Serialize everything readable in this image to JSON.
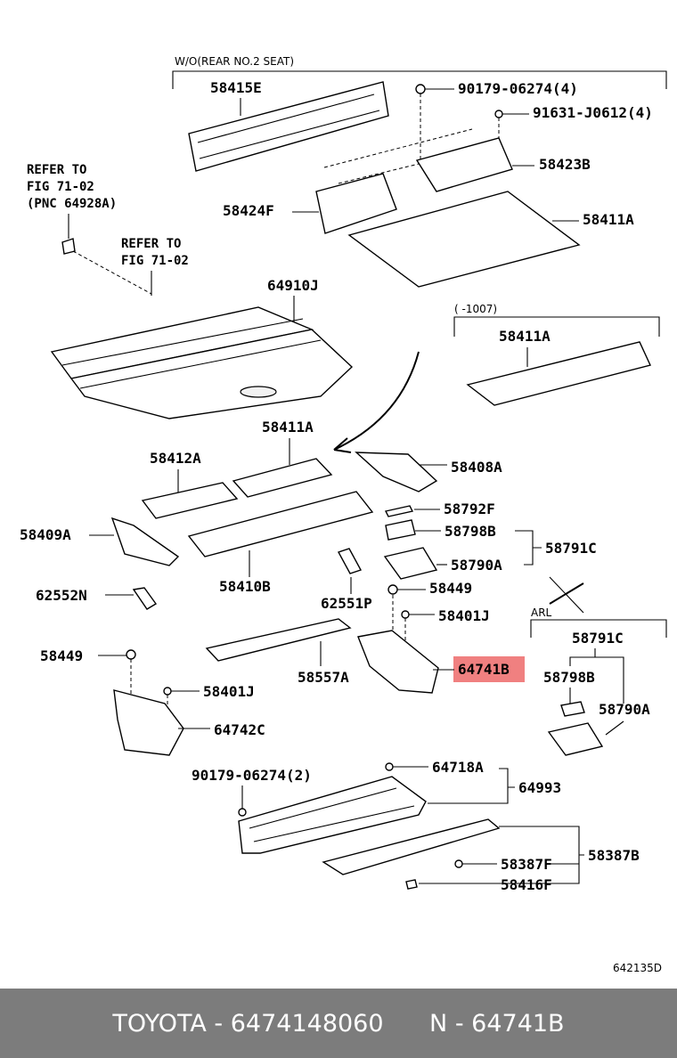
{
  "labels": {
    "wo_rear_seat": "W/O(REAR NO.2 SEAT)",
    "p58415E": "58415E",
    "p90179_4": "90179-06274(4)",
    "p91631": "91631-J0612(4)",
    "p58423B": "58423B",
    "p58424F": "58424F",
    "p58411A_top": "58411A",
    "refer1_l1": "REFER TO",
    "refer1_l2": "FIG 71-02",
    "refer1_l3": "(PNC 64928A)",
    "refer2_l1": "REFER TO",
    "refer2_l2": "FIG 71-02",
    "p64910J": "64910J",
    "date_range": "(     -1007)",
    "p58411A_box": "58411A",
    "p58411A_mid": "58411A",
    "p58412A": "58412A",
    "p58408A": "58408A",
    "p58792F": "58792F",
    "p58409A": "58409A",
    "p58798B_1": "58798B",
    "p58791C_1": "58791C",
    "p58790A_1": "58790A",
    "p58410B": "58410B",
    "p62552N": "62552N",
    "p58449_1": "58449",
    "p62551P": "62551P",
    "p58401J_1": "58401J",
    "arl": "ARL",
    "p58791C_2": "58791C",
    "p58449_2": "58449",
    "p64741B": "64741B",
    "p58798B_2": "58798B",
    "p58557A": "58557A",
    "p58790A_2": "58790A",
    "p58401J_2": "58401J",
    "p64742C": "64742C",
    "p90179_2": "90179-06274(2)",
    "p64718A": "64718A",
    "p64993": "64993",
    "p58387B": "58387B",
    "p58387F": "58387F",
    "p58416F": "58416F",
    "fig_code": "642135D"
  },
  "footer": {
    "brand": "TOYOTA",
    "separator": " - ",
    "part_number": "6474148060",
    "pnc_prefix": "N - ",
    "pnc": "64741B"
  },
  "colors": {
    "highlight": "#f08080",
    "footer_bg": "#7c7c7c"
  }
}
